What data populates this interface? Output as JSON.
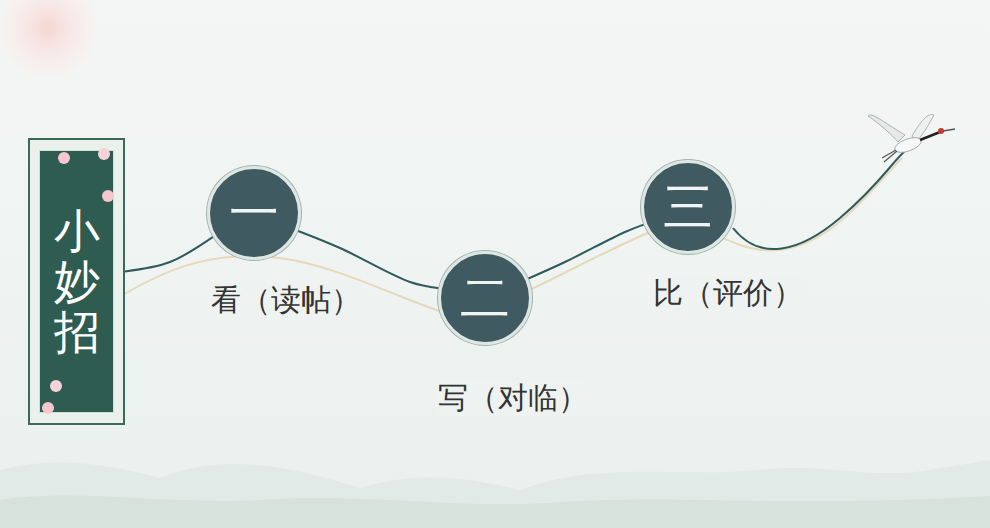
{
  "diagram": {
    "nodes": [
      {
        "text": [
          "小妙招"
        ]
      },
      {
        "text": [
          "一",
          "看（读帖）"
        ]
      },
      {
        "text": [
          "二",
          "写（对临）"
        ]
      },
      {
        "text": [
          "三",
          "比（评价）"
        ]
      }
    ],
    "edges": [
      {
        "from": 0,
        "to": 1,
        "arrow": "none"
      },
      {
        "from": 1,
        "to": 2,
        "arrow": "none"
      },
      {
        "from": 2,
        "to": 3,
        "arrow": "none"
      }
    ]
  }
}
